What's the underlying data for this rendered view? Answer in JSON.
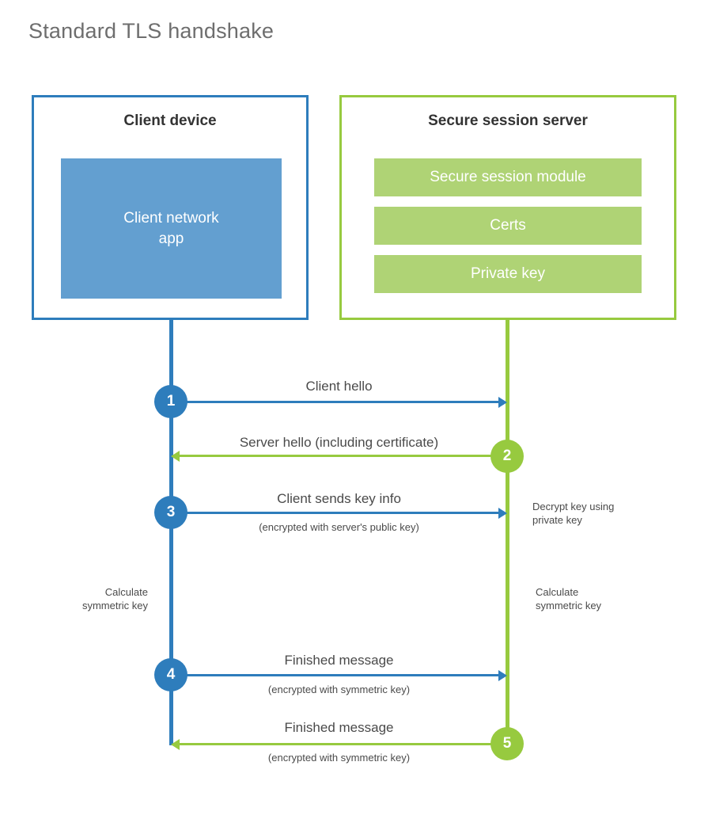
{
  "diagram": {
    "title": "Standard TLS handshake",
    "type": "sequence-diagram"
  },
  "actors": {
    "client": {
      "title": "Client device",
      "app_label": "Client network\napp",
      "app_label_line1": "Client network",
      "app_label_line2": "app",
      "border_color": "#2E7DBC",
      "fill_color": "#639FD0"
    },
    "server": {
      "title": "Secure session server",
      "border_color": "#97CA3F",
      "fill_color": "#AFD375",
      "components": [
        {
          "label": "Secure session module"
        },
        {
          "label": "Certs"
        },
        {
          "label": "Private key"
        }
      ]
    }
  },
  "steps": [
    {
      "number": "1",
      "label": "Client hello",
      "sublabel": "",
      "direction": "client-to-server",
      "color": "#2E7DBC"
    },
    {
      "number": "2",
      "label": "Server hello (including certificate)",
      "sublabel": "",
      "direction": "server-to-client",
      "color": "#97CA3F"
    },
    {
      "number": "3",
      "label": "Client sends key info",
      "sublabel": "(encrypted with server's public key)",
      "direction": "client-to-server",
      "color": "#2E7DBC"
    },
    {
      "number": "4",
      "label": "Finished message",
      "sublabel": "(encrypted with symmetric key)",
      "direction": "client-to-server",
      "color": "#2E7DBC"
    },
    {
      "number": "5",
      "label": "Finished message",
      "sublabel": "(encrypted with symmetric key)",
      "direction": "server-to-client",
      "color": "#97CA3F"
    }
  ],
  "notes": {
    "decrypt_key": "Decrypt key using\nprivate key",
    "decrypt_key_line1": "Decrypt key using",
    "decrypt_key_line2": "private key",
    "client_calculate_line1": "Calculate",
    "client_calculate_line2": "symmetric key",
    "server_calculate_line1": "Calculate",
    "server_calculate_line2": "symmetric key"
  }
}
